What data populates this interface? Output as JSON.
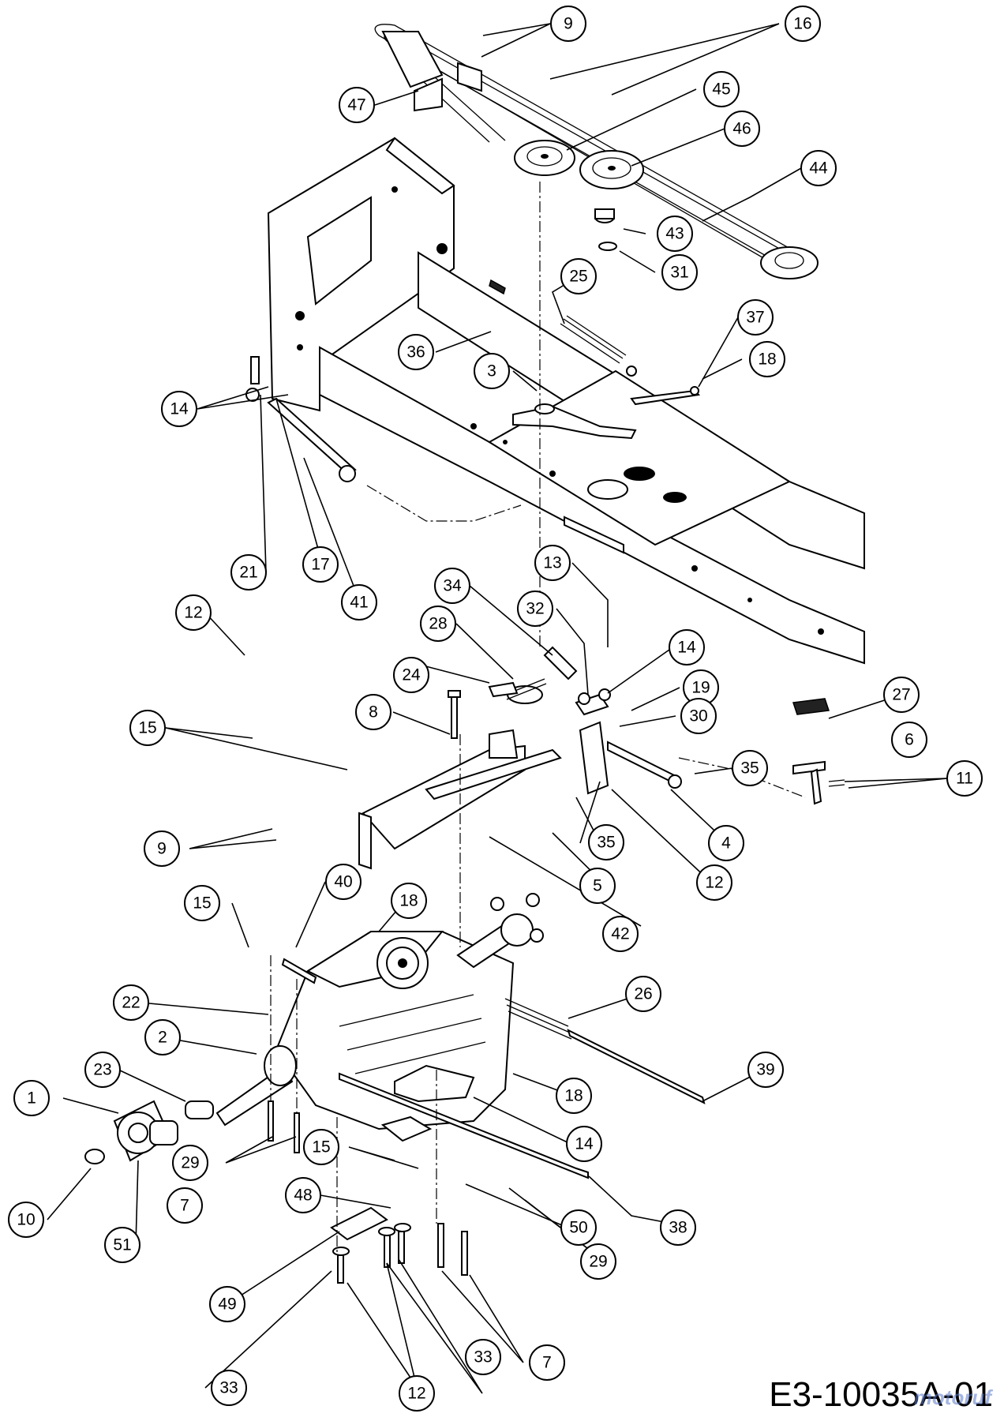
{
  "drawing_code": "E3-10035A-01",
  "watermark": "motoruf",
  "callouts": [
    "9",
    "16",
    "47",
    "45",
    "46",
    "44",
    "43",
    "31",
    "25",
    "37",
    "36",
    "18",
    "3",
    "14",
    "21",
    "17",
    "41",
    "13",
    "34",
    "32",
    "12",
    "28",
    "14",
    "19",
    "24",
    "8",
    "30",
    "27",
    "15",
    "35",
    "6",
    "11",
    "4",
    "9",
    "35",
    "5",
    "12",
    "42",
    "40",
    "18",
    "15",
    "22",
    "26",
    "2",
    "39",
    "23",
    "18",
    "1",
    "14",
    "29",
    "15",
    "48",
    "50",
    "7",
    "10",
    "51",
    "38",
    "29",
    "49",
    "33",
    "33",
    "7",
    "12"
  ]
}
